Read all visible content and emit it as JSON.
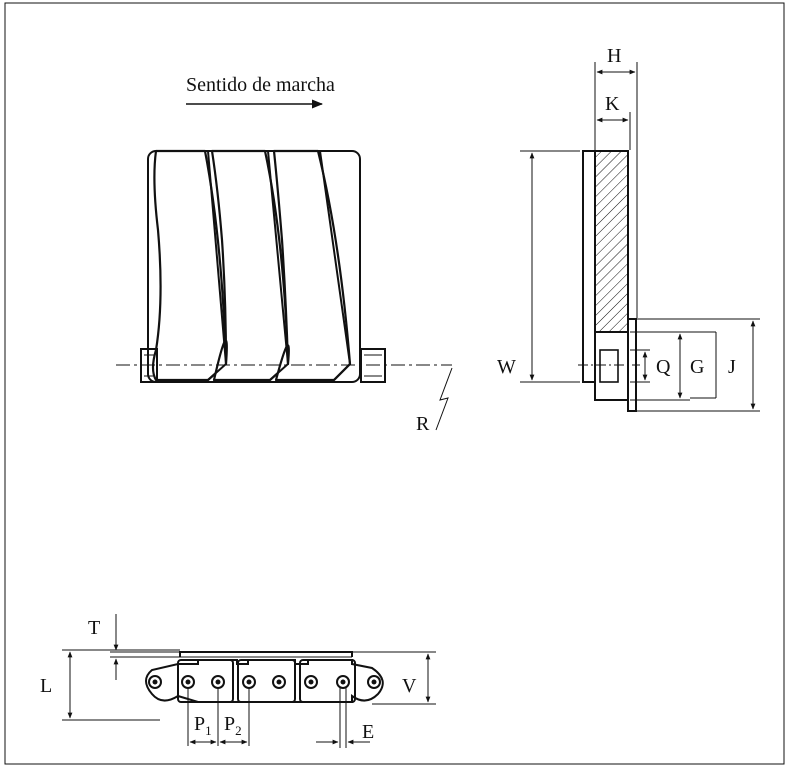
{
  "title": "Sentido de marcha",
  "labels": {
    "H": "H",
    "K": "K",
    "W": "W",
    "Q": "Q",
    "G": "G",
    "J": "J",
    "R": "R",
    "T": "T",
    "L": "L",
    "V": "V",
    "P1_base": "P",
    "P1_sub": "1",
    "P2_base": "P",
    "P2_sub": "2",
    "E": "E"
  },
  "colors": {
    "line": "#111111",
    "background": "#ffffff"
  }
}
